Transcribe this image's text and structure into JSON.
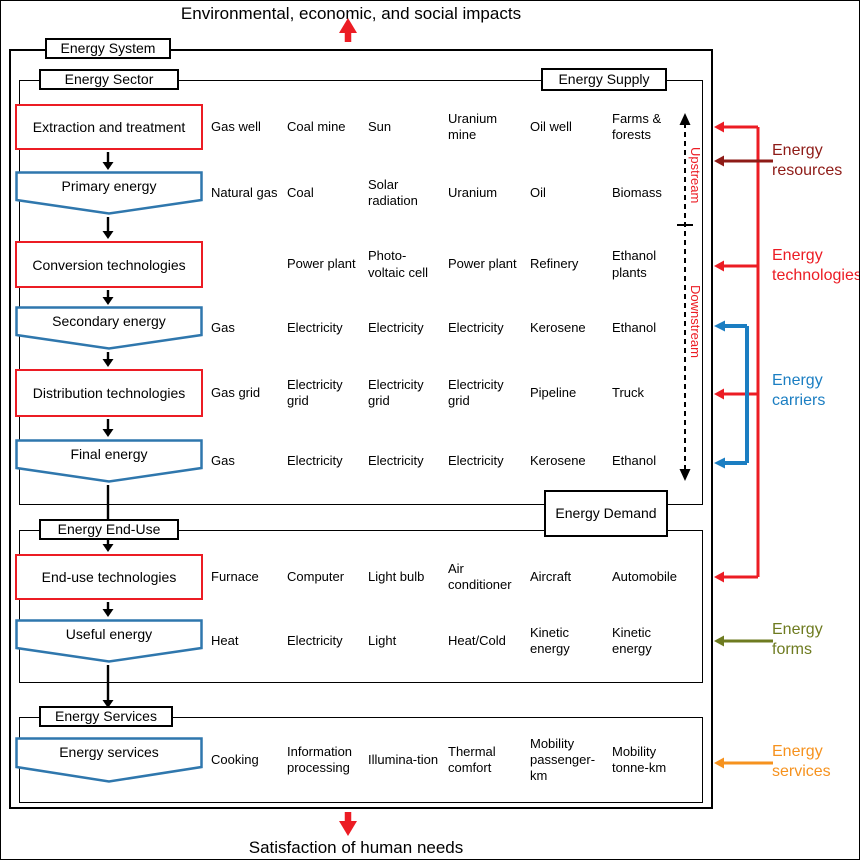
{
  "banners": {
    "top": "Environmental, economic, and social impacts",
    "bottom": "Satisfaction of human needs"
  },
  "frames": {
    "energy_system": "Energy System",
    "energy_sector": "Energy Sector",
    "energy_supply": "Energy Supply",
    "energy_demand": "Energy Demand",
    "energy_end_use": "Energy End-Use",
    "energy_services": "Energy Services"
  },
  "axis": {
    "upstream": "Upstream",
    "downstream": "Downstream"
  },
  "rows": [
    {
      "label": "Extraction and treatment",
      "type": "red-box",
      "items": [
        "Gas well",
        "Coal mine",
        "Sun",
        "Uranium mine",
        "Oil well",
        "Farms & forests"
      ]
    },
    {
      "label": "Primary energy",
      "type": "blue-chevron",
      "items": [
        "Natural gas",
        "Coal",
        "Solar radiation",
        "Uranium",
        "Oil",
        "Biomass"
      ]
    },
    {
      "label": "Conversion technologies",
      "type": "red-box",
      "items": [
        "",
        "Power plant",
        "Photo-voltaic cell",
        "Power plant",
        "Refinery",
        "Ethanol plants"
      ]
    },
    {
      "label": "Secondary energy",
      "type": "blue-chevron",
      "items": [
        "Gas",
        "Electricity",
        "Electricity",
        "Electricity",
        "Kerosene",
        "Ethanol"
      ]
    },
    {
      "label": "Distribution technologies",
      "type": "red-box",
      "items": [
        "Gas grid",
        "Electricity grid",
        "Electricity grid",
        "Electricity grid",
        "Pipeline",
        "Truck"
      ]
    },
    {
      "label": "Final energy",
      "type": "blue-chevron",
      "items": [
        "Gas",
        "Electricity",
        "Electricity",
        "Electricity",
        "Kerosene",
        "Ethanol"
      ]
    },
    {
      "label": "End-use technologies",
      "type": "red-box",
      "items": [
        "Furnace",
        "Computer",
        "Light bulb",
        "Air conditioner",
        "Aircraft",
        "Automobile"
      ]
    },
    {
      "label": "Useful energy",
      "type": "blue-chevron",
      "items": [
        "Heat",
        "Electricity",
        "Light",
        "Heat/Cold",
        "Kinetic energy",
        "Kinetic energy"
      ]
    },
    {
      "label": "Energy services",
      "type": "blue-chevron",
      "items": [
        "Cooking",
        "Information processing",
        "Illumina-tion",
        "Thermal comfort",
        "Mobility passenger-km",
        "Mobility tonne-km"
      ]
    }
  ],
  "annotations": {
    "resources": "Energy resources",
    "technologies": "Energy technologies",
    "carriers": "Energy carriers",
    "forms": "Energy forms",
    "services": "Energy services"
  },
  "colors": {
    "red": "#ec1c24",
    "blue": "#2f77ad",
    "bluebr": "#1b7ec2",
    "maroon": "#8e1b17",
    "olive": "#6e7b20",
    "orange": "#f6921e"
  }
}
